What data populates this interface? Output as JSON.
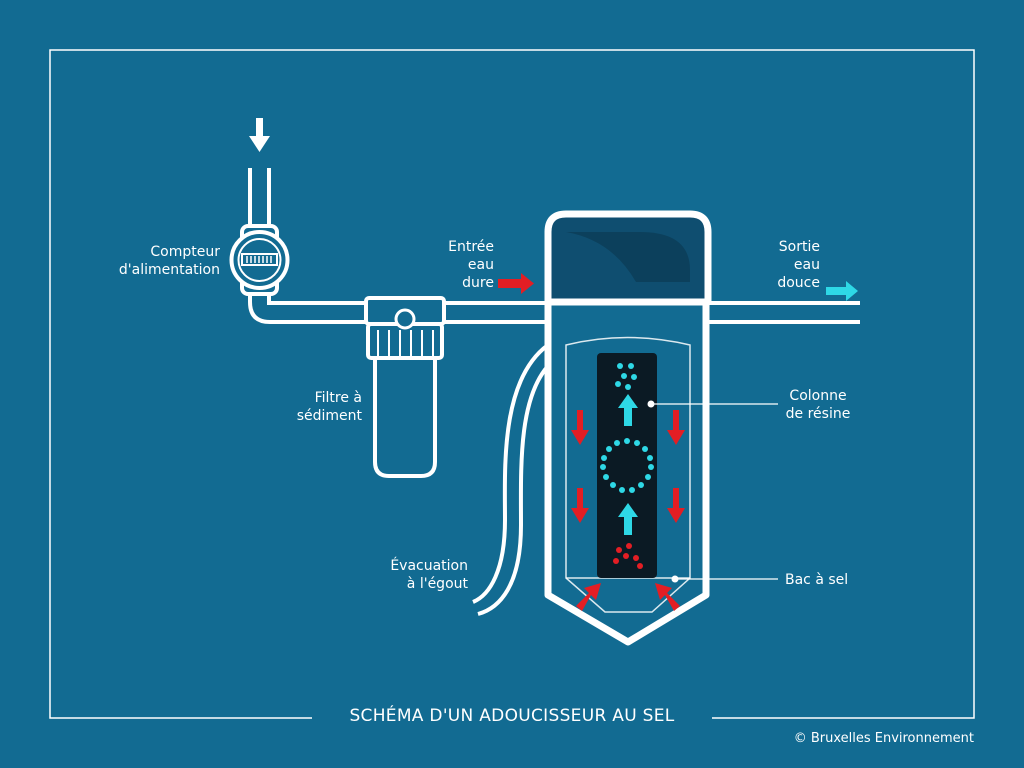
{
  "title": "SCHÉMA D'UN ADOUCISSEUR AU SEL",
  "credit": "© Bruxelles Environnement",
  "labels": {
    "compteur": [
      "Compteur",
      "d'alimentation"
    ],
    "filtre": [
      "Filtre à",
      "sédiment"
    ],
    "evacuation": [
      "Évacuation",
      "à l'égout"
    ],
    "entree": [
      "Entrée",
      "eau",
      "dure"
    ],
    "sortie": [
      "Sortie",
      "eau",
      "douce"
    ],
    "colonne": [
      "Colonne",
      "de résine"
    ],
    "bac": [
      "Bac à sel"
    ]
  },
  "colors": {
    "background": "#126b92",
    "line": "#ffffff",
    "body": "#0f4e70",
    "resin": "#0b1a24",
    "hard_water": "#e31e24",
    "soft_water": "#2ed8e6"
  }
}
